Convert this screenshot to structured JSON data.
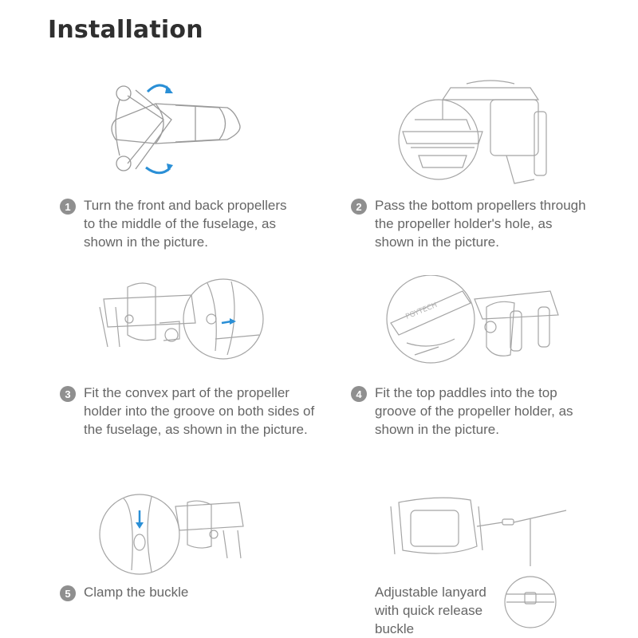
{
  "title": "Installation",
  "steps": [
    {
      "num": "1",
      "text": "Turn the front and back propellers to the middle of the fuselage, as shown in the picture."
    },
    {
      "num": "2",
      "text": "Pass the bottom propellers through the propeller holder's hole, as shown in the picture."
    },
    {
      "num": "3",
      "text": "Fit the convex part of the propeller holder into the groove on both sides of the fuselage, as shown in the picture."
    },
    {
      "num": "4",
      "text": "Fit the top paddles into the top groove of the propeller holder, as shown in the picture."
    },
    {
      "num": "5",
      "text": "Clamp the buckle"
    }
  ],
  "lanyard": {
    "text": "Adjustable lanyard with quick release buckle"
  },
  "brand_mark": "PGYTECH",
  "colors": {
    "accent": "#2a8fd6",
    "line": "#9a9a9a",
    "badge": "#8f8f8f"
  }
}
